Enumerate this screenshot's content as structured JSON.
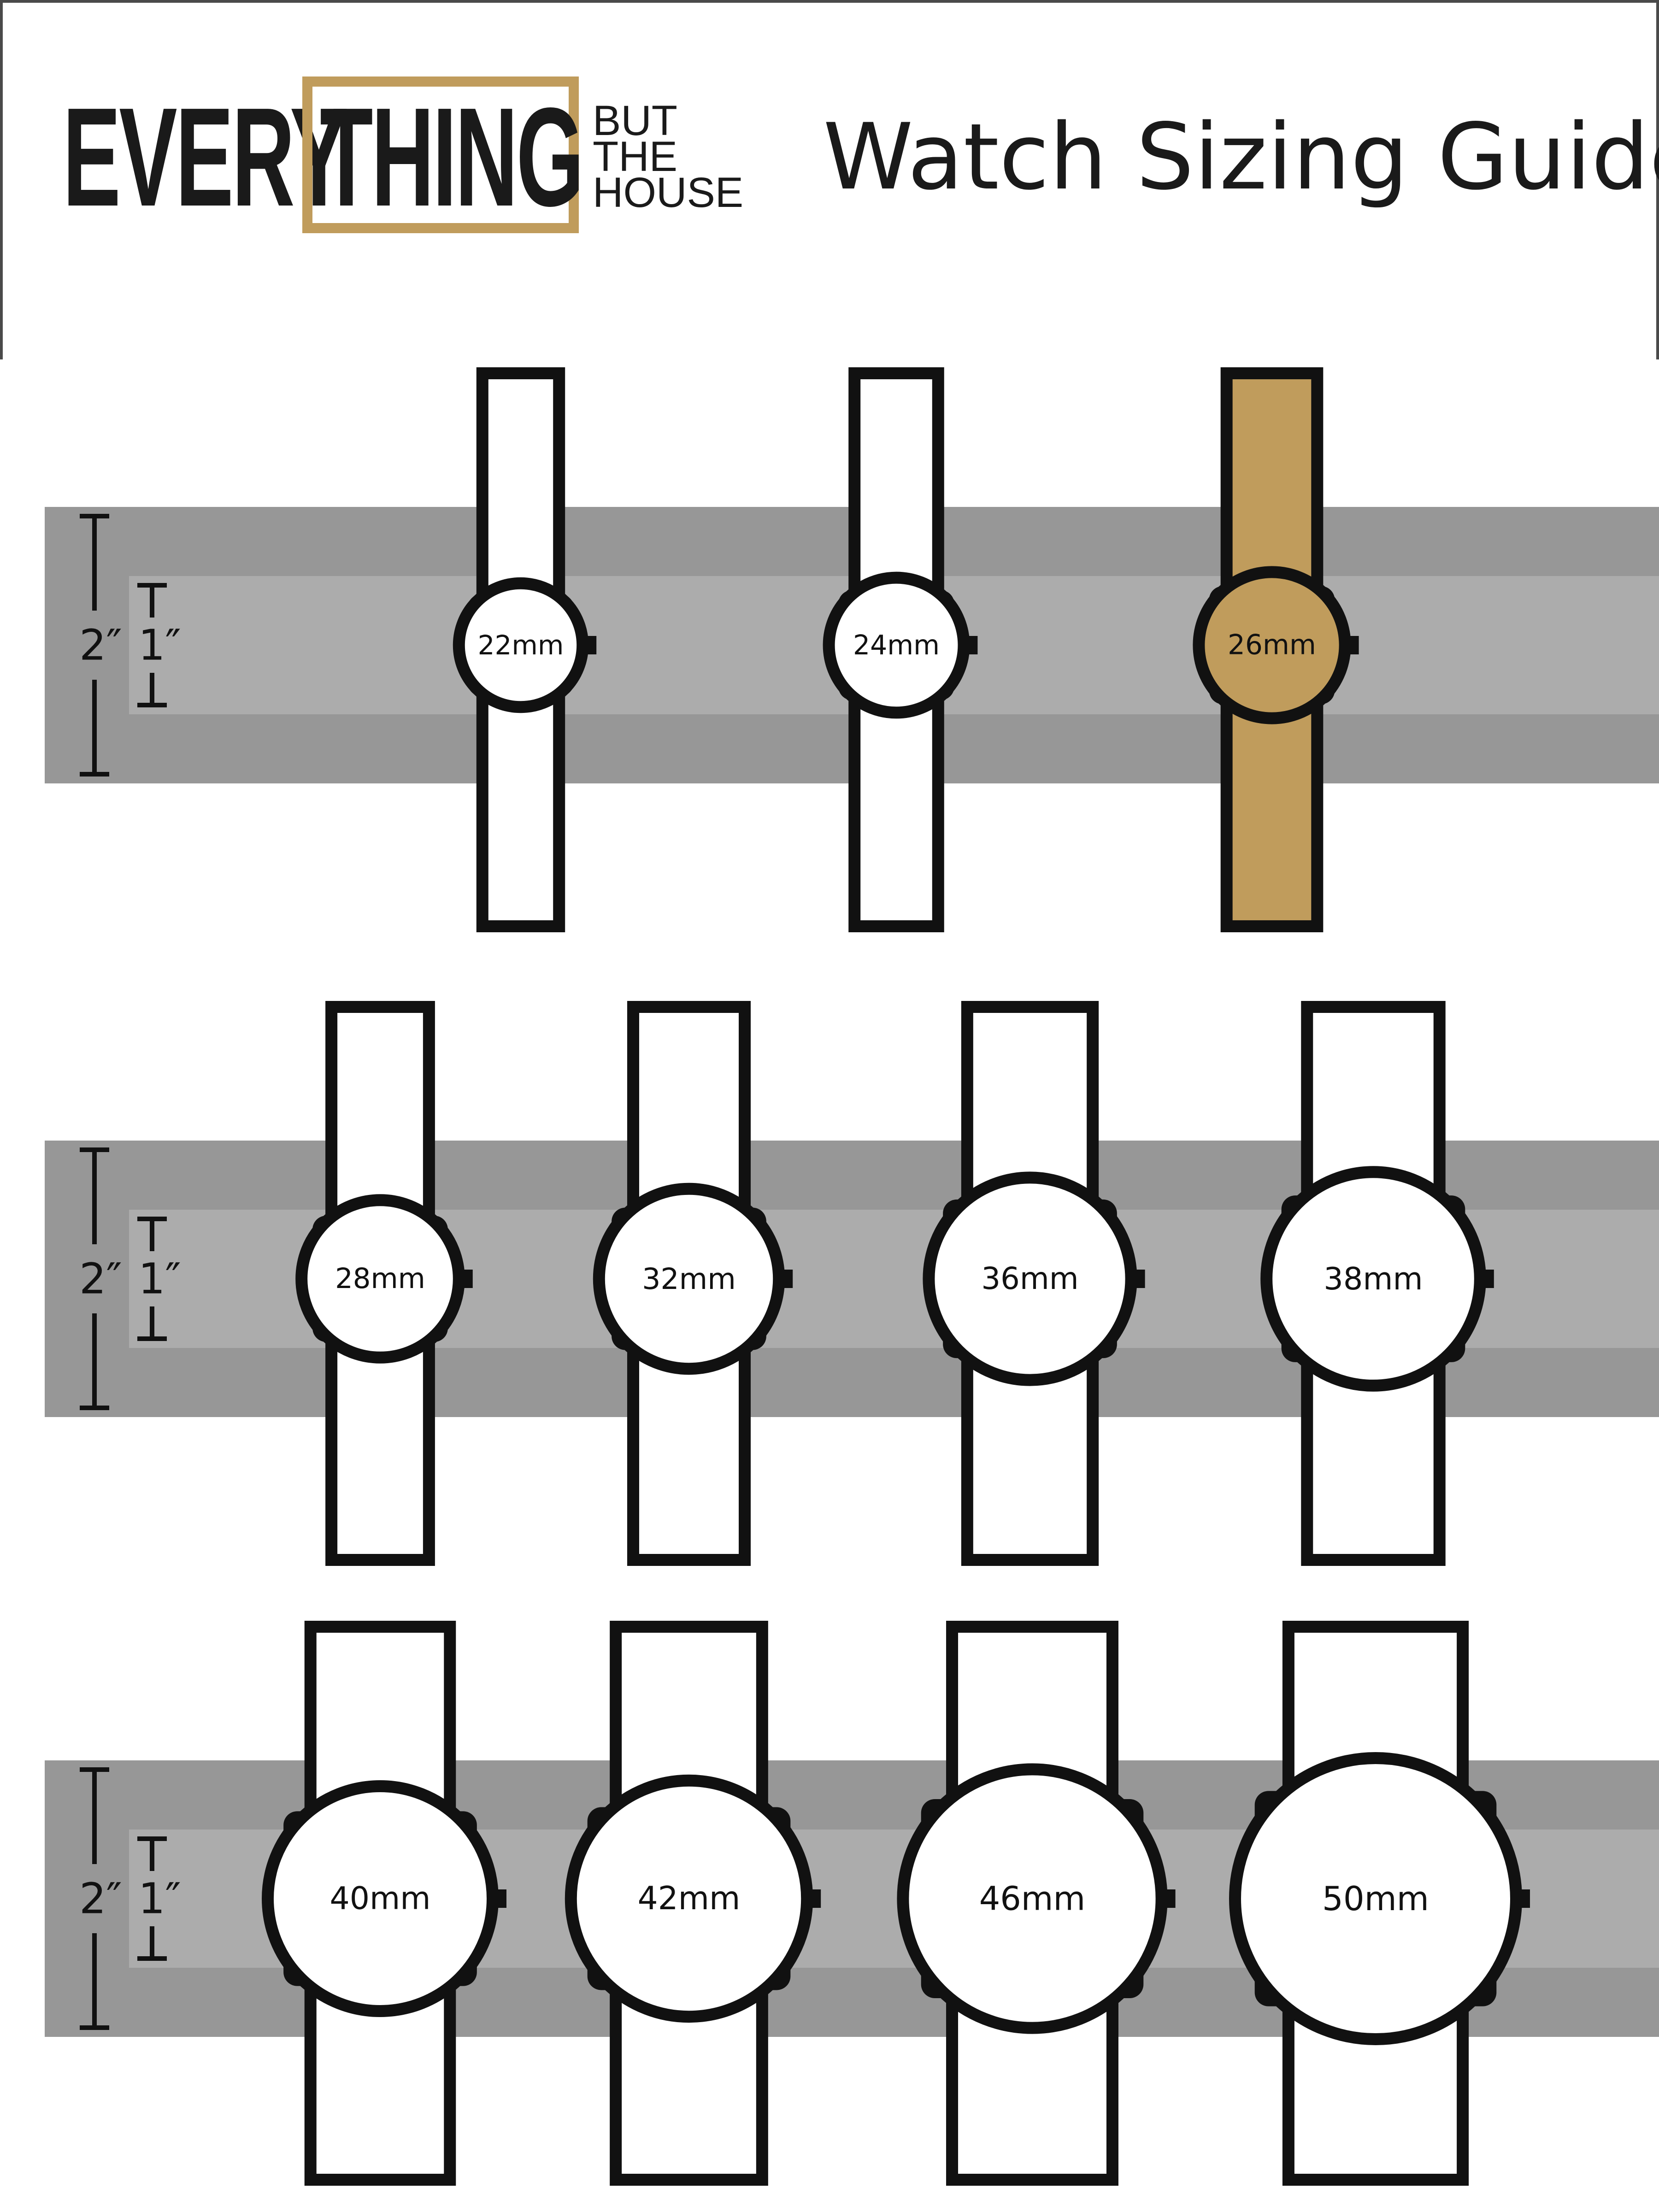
{
  "header": {
    "logo": {
      "every": "EVERY",
      "thing": "THING",
      "but": "BUT",
      "the": "THE",
      "house": "HOUSE"
    },
    "title": "Watch Sizing Guide"
  },
  "ruler": {
    "two_inch": "2″",
    "one_inch": "1″"
  },
  "rows": [
    {
      "watches": [
        {
          "label": "22mm",
          "size_mm": 22,
          "highlight": false
        },
        {
          "label": "24mm",
          "size_mm": 24,
          "highlight": false
        },
        {
          "label": "26mm",
          "size_mm": 26,
          "highlight": true
        }
      ]
    },
    {
      "watches": [
        {
          "label": "28mm",
          "size_mm": 28,
          "highlight": false
        },
        {
          "label": "32mm",
          "size_mm": 32,
          "highlight": false
        },
        {
          "label": "36mm",
          "size_mm": 36,
          "highlight": false
        },
        {
          "label": "38mm",
          "size_mm": 38,
          "highlight": false
        }
      ]
    },
    {
      "watches": [
        {
          "label": "40mm",
          "size_mm": 40,
          "highlight": false
        },
        {
          "label": "42mm",
          "size_mm": 42,
          "highlight": false
        },
        {
          "label": "46mm",
          "size_mm": 46,
          "highlight": false
        },
        {
          "label": "50mm",
          "size_mm": 50,
          "highlight": false
        }
      ]
    }
  ],
  "colors": {
    "outer_band": "#979797",
    "inner_band": "#acacac",
    "outline": "#111111",
    "face": "#ffffff",
    "highlight": "#c09c5c",
    "logo_accent": "#c09c5c"
  }
}
